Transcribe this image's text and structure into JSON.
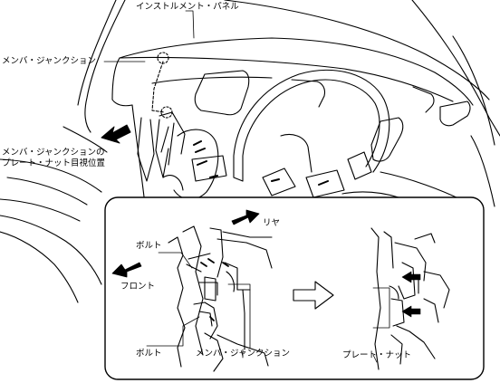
{
  "labels": {
    "instrument_panel": "インストルメント・パネル",
    "member_junction_top": "メンバ・ジャンクション",
    "view_position": "メンバ・ジャンクションの\nプレート・ナット目視位置",
    "rear": "リヤ",
    "bolt_upper": "ボルト",
    "front": "フロント",
    "bolt_lower": "ボルト",
    "member_junction_inset": "メンバ・ジャンクション",
    "plate_nut": "プレート・ナット"
  }
}
